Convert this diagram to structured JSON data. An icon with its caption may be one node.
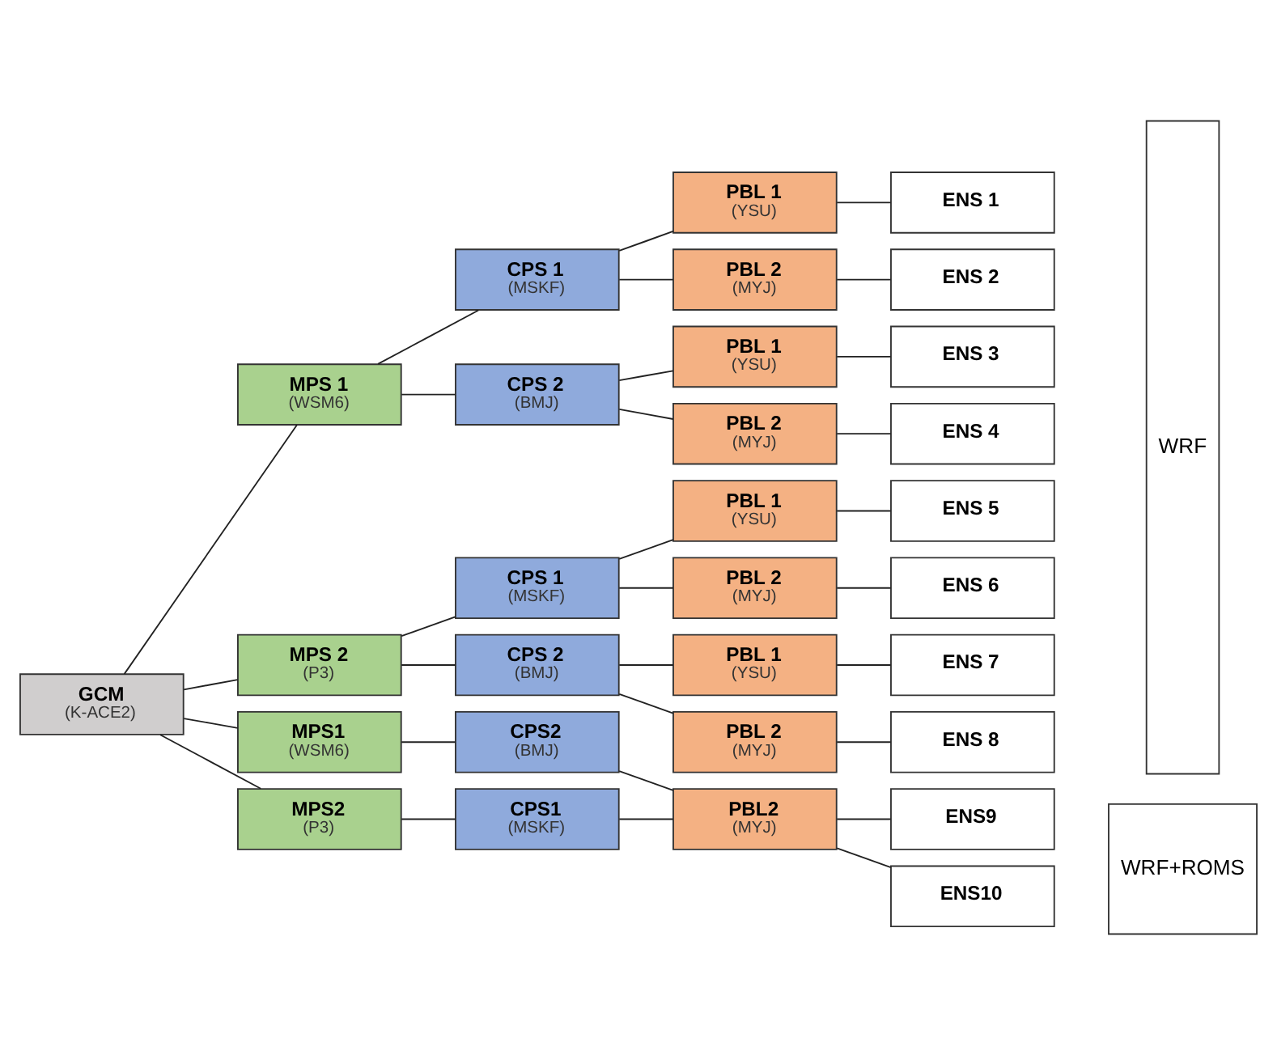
{
  "diagram": {
    "nodes": [
      {
        "text": [
          "GCM",
          "(K-ACE2)"
        ]
      },
      {
        "text": [
          "MPS 1",
          "(WSM6)"
        ]
      },
      {
        "text": [
          "CPS 1",
          "(MSKF)"
        ]
      },
      {
        "text": [
          "PBL 1",
          "(YSU)"
        ]
      },
      {
        "text": [
          "ENS 1"
        ]
      },
      {
        "text": [
          "PBL 2",
          "(MYJ)"
        ]
      },
      {
        "text": [
          "ENS 2"
        ]
      },
      {
        "text": [
          "CPS 2",
          "(BMJ)"
        ]
      },
      {
        "text": [
          "PBL 1",
          "(YSU)"
        ]
      },
      {
        "text": [
          "ENS 3"
        ]
      },
      {
        "text": [
          "PBL 2",
          "(MYJ)"
        ]
      },
      {
        "text": [
          "ENS 4"
        ]
      },
      {
        "text": [
          "MPS 2",
          "(P3)"
        ]
      },
      {
        "text": [
          "CPS 1",
          "(MSKF)"
        ]
      },
      {
        "text": [
          "PBL 1",
          "(YSU)"
        ]
      },
      {
        "text": [
          "ENS 5"
        ]
      },
      {
        "text": [
          "PBL 2",
          "(MYJ)"
        ]
      },
      {
        "text": [
          "ENS 6"
        ]
      },
      {
        "text": [
          "CPS 2",
          "(BMJ)"
        ]
      },
      {
        "text": [
          "PBL 1",
          "(YSU)"
        ]
      },
      {
        "text": [
          "ENS 7"
        ]
      },
      {
        "text": [
          "PBL 2",
          "(MYJ)"
        ]
      },
      {
        "text": [
          "ENS 8"
        ]
      },
      {
        "text": [
          "MPS1",
          "(WSM6)"
        ]
      },
      {
        "text": [
          "CPS2",
          "(BMJ)"
        ]
      },
      {
        "text": [
          "MPS2",
          "(P3)"
        ]
      },
      {
        "text": [
          "CPS1",
          "(MSKF)"
        ]
      },
      {
        "text": [
          "PBL2",
          "(MYJ)"
        ]
      },
      {
        "text": [
          "ENS9"
        ]
      },
      {
        "text": [
          "ENS10"
        ]
      },
      {
        "text": [
          "WRF"
        ]
      },
      {
        "text": [
          "WRF+ROMS"
        ]
      }
    ],
    "edges": [
      {
        "from": 0,
        "to": 1,
        "arrow": "none"
      },
      {
        "from": 1,
        "to": 2,
        "arrow": "none"
      },
      {
        "from": 2,
        "to": 3,
        "arrow": "none"
      },
      {
        "from": 3,
        "to": 4,
        "arrow": "none"
      },
      {
        "from": 2,
        "to": 5,
        "arrow": "none"
      },
      {
        "from": 5,
        "to": 6,
        "arrow": "none"
      },
      {
        "from": 1,
        "to": 7,
        "arrow": "none"
      },
      {
        "from": 7,
        "to": 8,
        "arrow": "none"
      },
      {
        "from": 8,
        "to": 9,
        "arrow": "none"
      },
      {
        "from": 7,
        "to": 10,
        "arrow": "none"
      },
      {
        "from": 10,
        "to": 11,
        "arrow": "none"
      },
      {
        "from": 0,
        "to": 12,
        "arrow": "none"
      },
      {
        "from": 12,
        "to": 13,
        "arrow": "none"
      },
      {
        "from": 13,
        "to": 14,
        "arrow": "none"
      },
      {
        "from": 14,
        "to": 15,
        "arrow": "none"
      },
      {
        "from": 13,
        "to": 16,
        "arrow": "none"
      },
      {
        "from": 16,
        "to": 17,
        "arrow": "none"
      },
      {
        "from": 12,
        "to": 18,
        "arrow": "none"
      },
      {
        "from": 18,
        "to": 19,
        "arrow": "none"
      },
      {
        "from": 19,
        "to": 20,
        "arrow": "none"
      },
      {
        "from": 18,
        "to": 21,
        "arrow": "none"
      },
      {
        "from": 21,
        "to": 22,
        "arrow": "none"
      },
      {
        "from": 0,
        "to": 23,
        "arrow": "none"
      },
      {
        "from": 23,
        "to": 24,
        "arrow": "none"
      },
      {
        "from": 0,
        "to": 25,
        "arrow": "none"
      },
      {
        "from": 25,
        "to": 26,
        "arrow": "none"
      },
      {
        "from": 24,
        "to": 27,
        "arrow": "none"
      },
      {
        "from": 26,
        "to": 27,
        "arrow": "none"
      },
      {
        "from": 27,
        "to": 28,
        "arrow": "none"
      },
      {
        "from": 27,
        "to": 29,
        "arrow": "none"
      }
    ]
  }
}
